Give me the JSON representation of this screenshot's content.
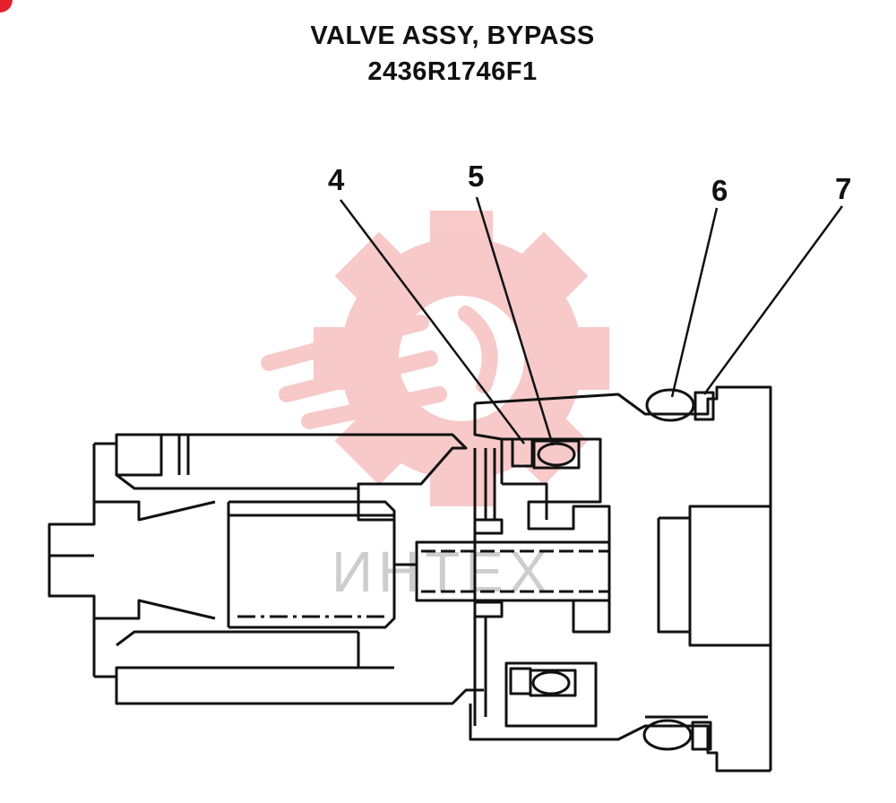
{
  "drawing": {
    "title": "VALVE ASSY, BYPASS",
    "part_number": "2436R1746F1"
  },
  "callouts": {
    "c4": "4",
    "c5": "5",
    "c6": "6",
    "c7": "7"
  },
  "watermark": {
    "text": "ИНТЕХ",
    "color": "#f5b5b5"
  },
  "colors": {
    "ink": "#111111",
    "accent_red": "#e3222b"
  }
}
